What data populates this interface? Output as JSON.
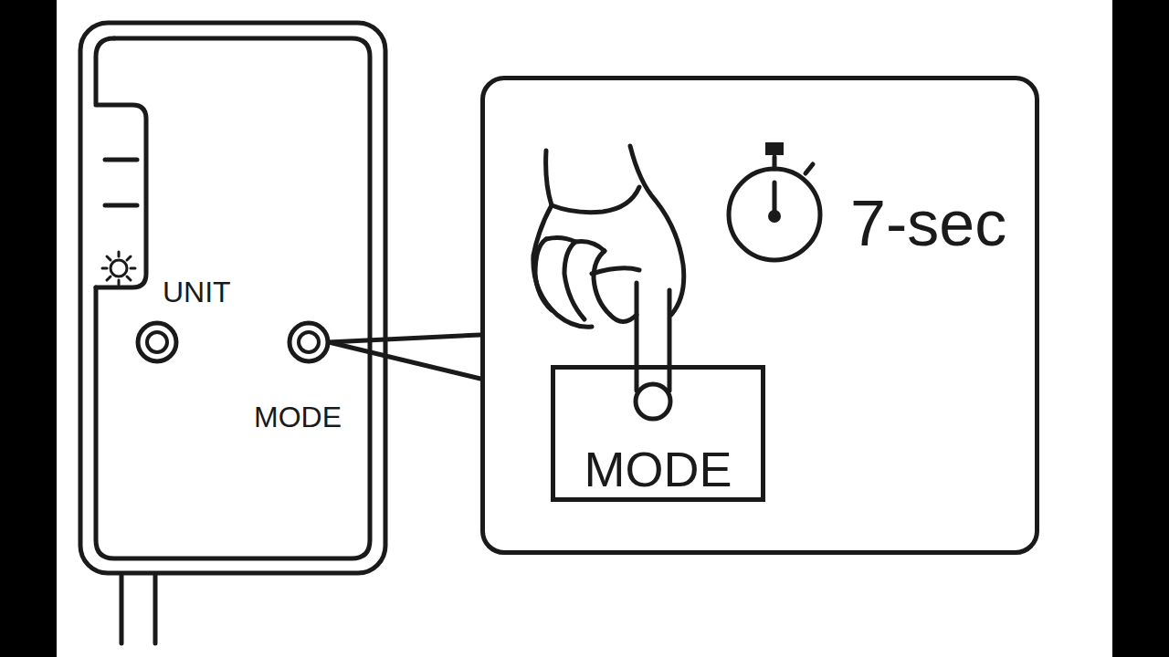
{
  "diagram": {
    "nodes": [
      {
        "text": [
          "UNIT",
          "MODE"
        ]
      },
      {
        "text": [
          "7-sec"
        ]
      },
      {
        "text": [
          "MODE"
        ],
        "in": 1
      }
    ]
  }
}
